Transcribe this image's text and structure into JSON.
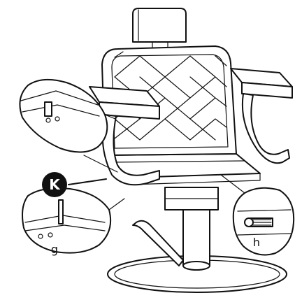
{
  "diagram": {
    "callouts": [
      {
        "id": "K",
        "label": "K"
      }
    ],
    "part_labels": [
      {
        "id": "g",
        "label": "g"
      },
      {
        "id": "h",
        "label": "h"
      }
    ],
    "colors": {
      "line": "#111111",
      "background": "#ffffff",
      "callout_fill": "#111111"
    }
  }
}
